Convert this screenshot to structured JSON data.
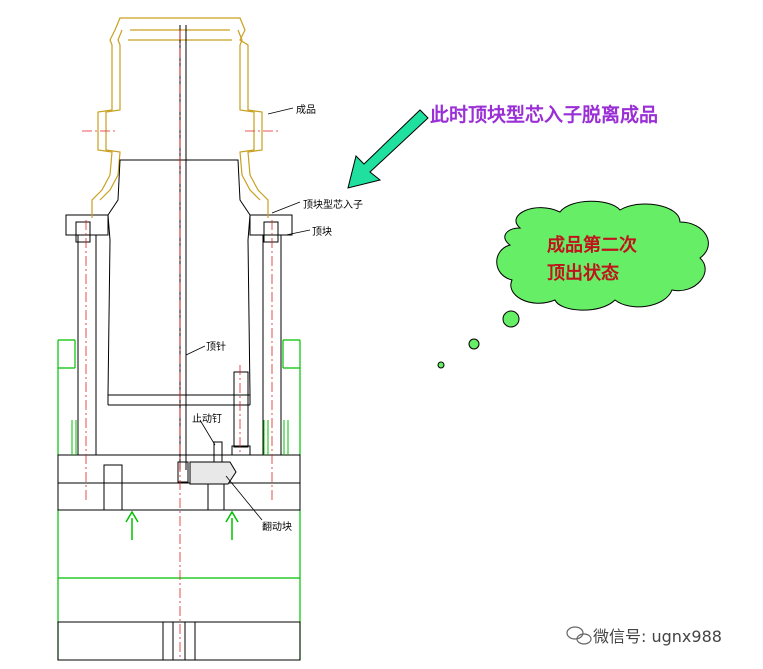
{
  "headline": "此时顶块型芯入子脱离成品",
  "cloud": {
    "line1": "成品第二次",
    "line2": "顶出状态"
  },
  "labels": {
    "product": "成品",
    "core_insert": "顶块型芯入子",
    "ejector_block": "顶块",
    "ejector_pin": "顶针",
    "stop_pin": "止动钉",
    "lever_block": "翻动块"
  },
  "watermark": "微信号: ugnx988",
  "colors": {
    "part_outline": "#c8a020",
    "line": "#000000",
    "center_line": "#e02020",
    "green_frame": "#00c000",
    "arrow_fill": "#20e0a0",
    "cloud_fill": "#66ee66",
    "headline": "#9a2fd6",
    "cloud_text": "#c0141c"
  }
}
